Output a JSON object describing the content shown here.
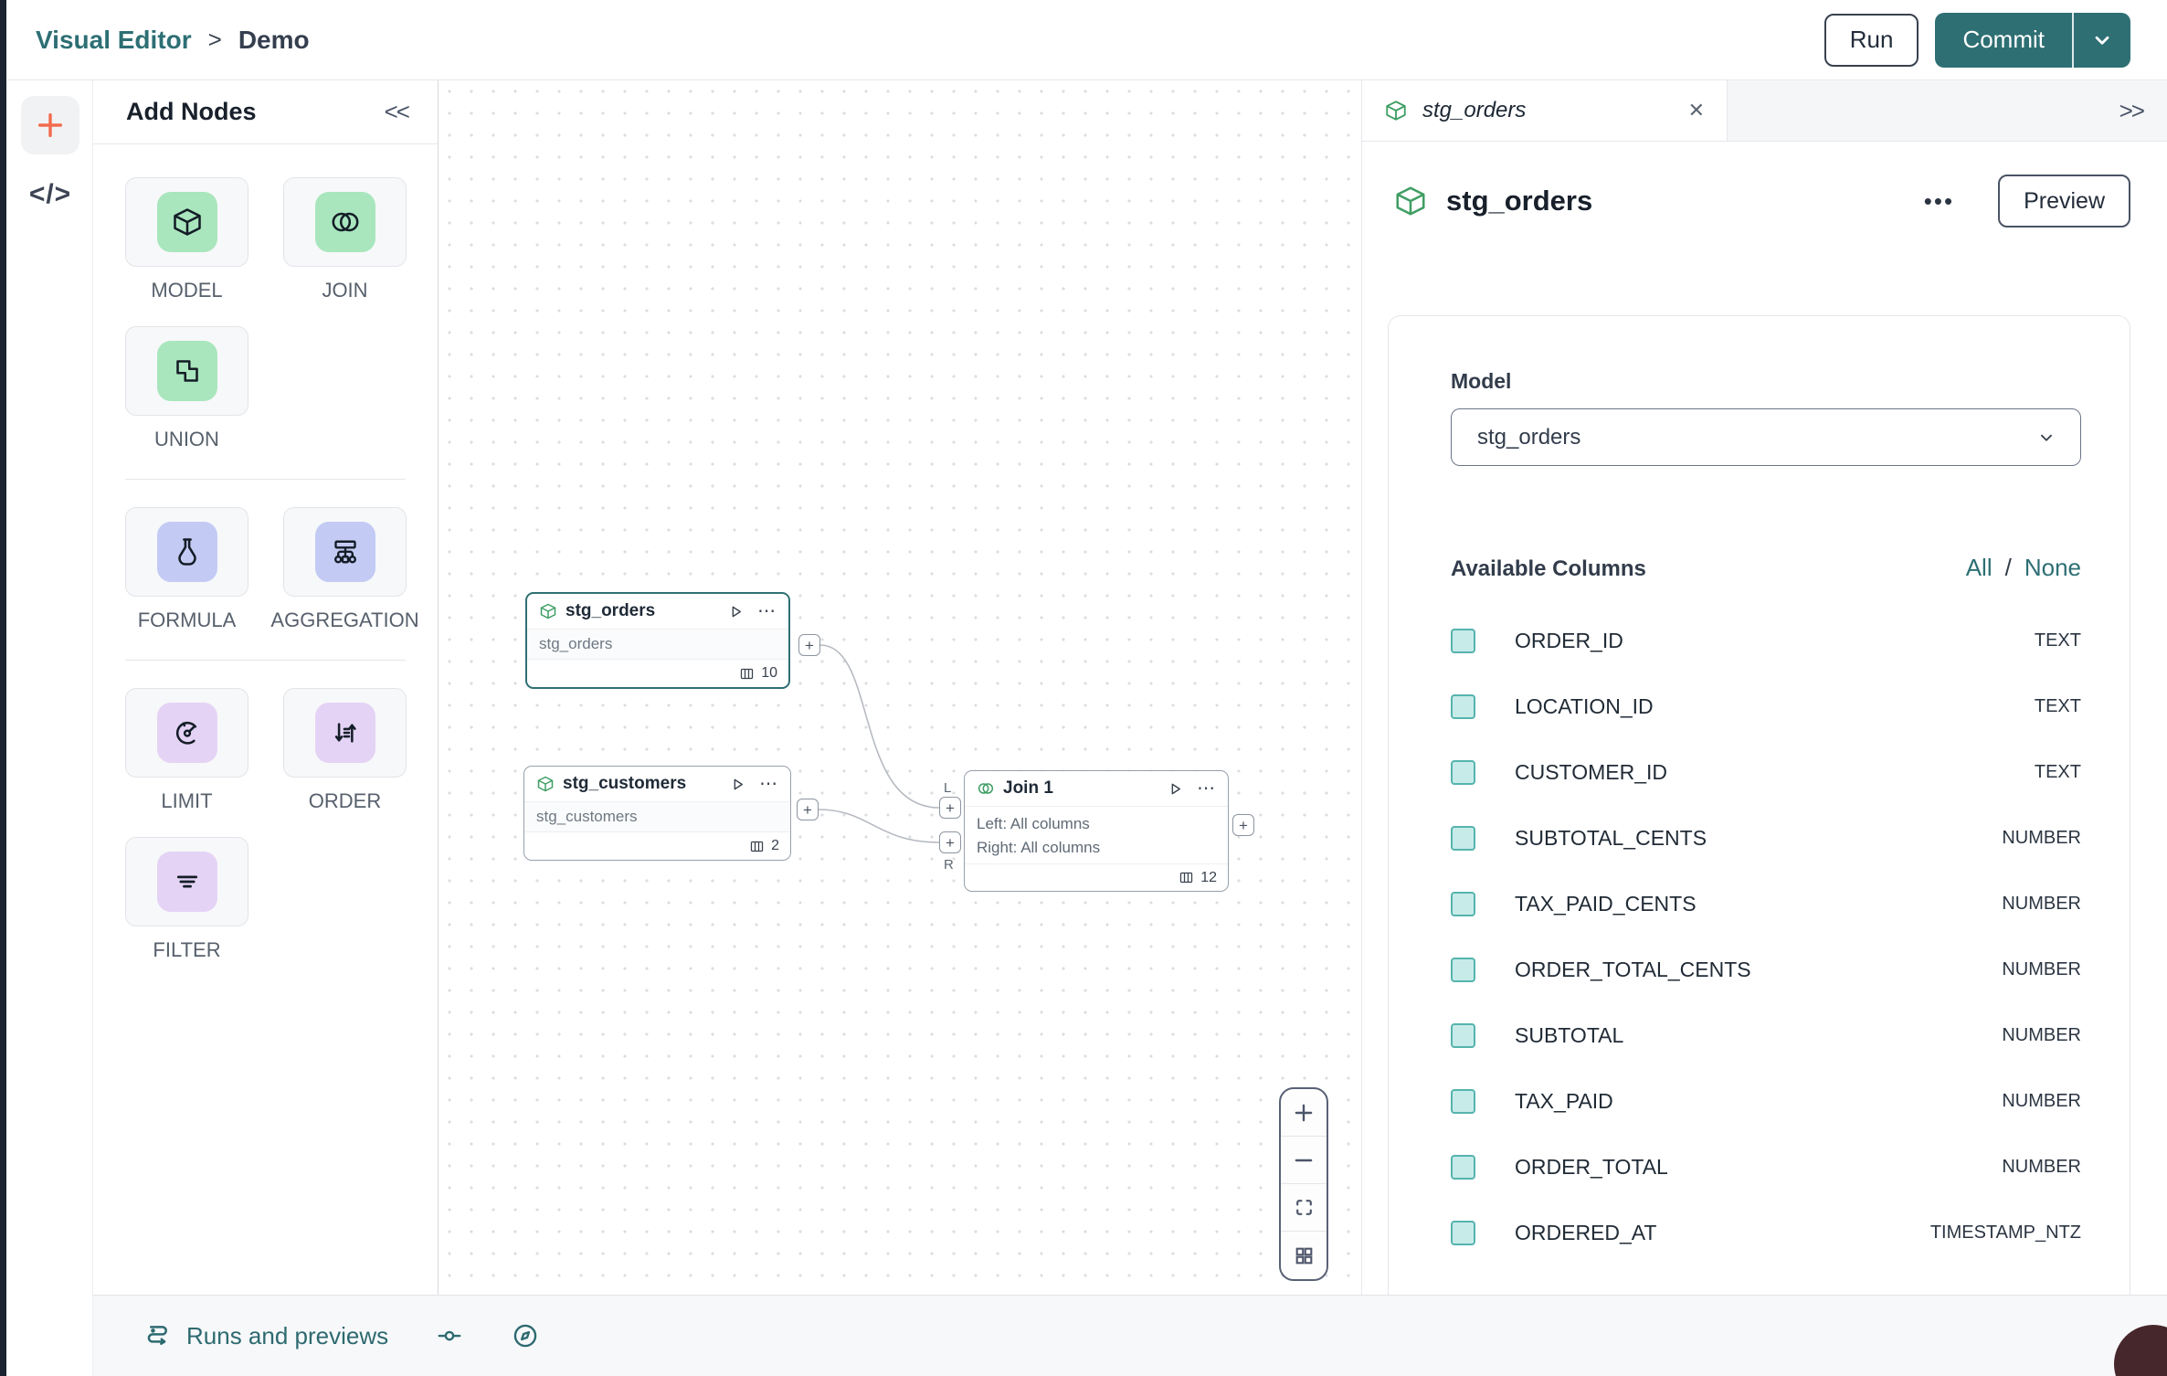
{
  "colors": {
    "teal": "#2e6f73",
    "teal_text": "#2d6f74",
    "dark_navy": "#1b2231",
    "green_icon_bg": "#a9e6bd",
    "periwinkle_icon_bg": "#c3cbf4",
    "lavender_icon_bg": "#e5d3f6",
    "checkbox_fill": "#c7ebe8",
    "checkbox_border": "#55b4ae",
    "accent_plus": "#f26b4e"
  },
  "glyphs": {
    "collapse": "<<",
    "expand": ">>",
    "close": "✕",
    "ellipsis": "⋯",
    "ellipsis_wide": "•••",
    "plus": "+",
    "minus": "−",
    "code": "</>",
    "crumb_sep": ">",
    "slash": "/"
  },
  "topbar": {
    "breadcrumb": {
      "root": "Visual Editor",
      "current": "Demo"
    },
    "run_label": "Run",
    "commit_label": "Commit"
  },
  "add_nodes": {
    "title": "Add Nodes",
    "groups": [
      {
        "tiles": [
          {
            "label": "MODEL",
            "icon": "cube-icon"
          },
          {
            "label": "JOIN",
            "icon": "join-circles-icon"
          },
          {
            "label": "UNION",
            "icon": "union-shapes-icon"
          }
        ]
      },
      {
        "tiles": [
          {
            "label": "FORMULA",
            "icon": "flask-icon"
          },
          {
            "label": "AGGREGATION",
            "icon": "org-chart-icon"
          }
        ]
      },
      {
        "tiles": [
          {
            "label": "LIMIT",
            "icon": "gauge-icon"
          },
          {
            "label": "ORDER",
            "icon": "sort-arrows-icon"
          },
          {
            "label": "FILTER",
            "icon": "filter-lines-icon"
          }
        ]
      }
    ]
  },
  "canvas": {
    "nodes": [
      {
        "title": "stg_orders",
        "subtitle": "stg_orders",
        "column_count": "10",
        "selected": true
      },
      {
        "title": "stg_customers",
        "subtitle": "stg_customers",
        "column_count": "2",
        "selected": false
      },
      {
        "title": "Join 1",
        "left_line": "Left: All columns",
        "right_line": "Right: All columns",
        "column_count": "12",
        "port_left": "L",
        "port_right": "R",
        "selected": false
      }
    ]
  },
  "right_panel": {
    "tab": {
      "title": "stg_orders"
    },
    "header": {
      "title": "stg_orders",
      "preview_label": "Preview"
    },
    "model_section": {
      "label": "Model",
      "value": "stg_orders"
    },
    "columns_section": {
      "title": "Available Columns",
      "select_all": "All",
      "select_none": "None",
      "columns": [
        {
          "name": "ORDER_ID",
          "type": "TEXT"
        },
        {
          "name": "LOCATION_ID",
          "type": "TEXT"
        },
        {
          "name": "CUSTOMER_ID",
          "type": "TEXT"
        },
        {
          "name": "SUBTOTAL_CENTS",
          "type": "NUMBER"
        },
        {
          "name": "TAX_PAID_CENTS",
          "type": "NUMBER"
        },
        {
          "name": "ORDER_TOTAL_CENTS",
          "type": "NUMBER"
        },
        {
          "name": "SUBTOTAL",
          "type": "NUMBER"
        },
        {
          "name": "TAX_PAID",
          "type": "NUMBER"
        },
        {
          "name": "ORDER_TOTAL",
          "type": "NUMBER"
        },
        {
          "name": "ORDERED_AT",
          "type": "TIMESTAMP_NTZ"
        }
      ]
    }
  },
  "bottom_bar": {
    "runs_label": "Runs and previews"
  }
}
